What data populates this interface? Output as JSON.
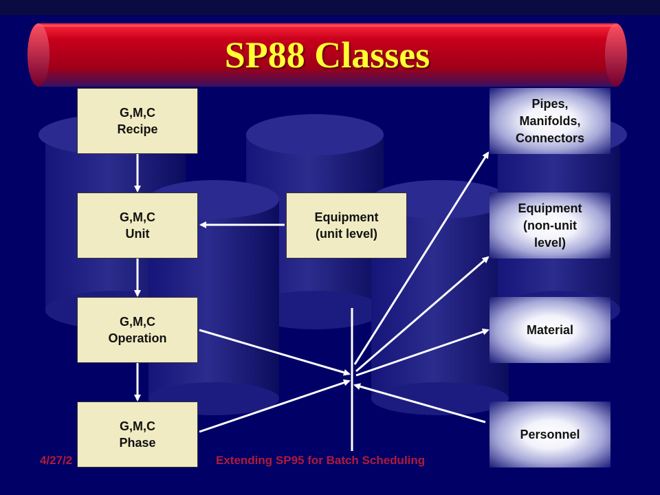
{
  "title": "SP88 Classes",
  "sp88_boxes": [
    {
      "id": "recipe",
      "line1": "G,M,C",
      "line2": "Recipe"
    },
    {
      "id": "unit",
      "line1": "G,M,C",
      "line2": "Unit"
    },
    {
      "id": "operation",
      "line1": "G,M,C",
      "line2": "Operation"
    },
    {
      "id": "phase",
      "line1": "G,M,C",
      "line2": "Phase"
    }
  ],
  "equipment_unit_box": {
    "line1": "Equipment",
    "line2": "(unit level)"
  },
  "resources": [
    {
      "id": "pipes",
      "lines": [
        "Pipes,",
        "Manifolds,",
        "Connectors"
      ]
    },
    {
      "id": "equipment-non-unit",
      "lines": [
        "Equipment",
        "(non-unit",
        "level)"
      ]
    },
    {
      "id": "material",
      "lines": [
        "Material"
      ]
    },
    {
      "id": "personnel",
      "lines": [
        "Personnel"
      ]
    }
  ],
  "footer": {
    "date": "4/27/2",
    "text": "Extending SP95 for Batch Scheduling"
  },
  "colors": {
    "background": "#000066",
    "banner": "#c8001c",
    "title": "#ffff33",
    "box_fill": "#f0ebc2",
    "footer": "#b11b3b",
    "arrow": "#ffffff"
  }
}
